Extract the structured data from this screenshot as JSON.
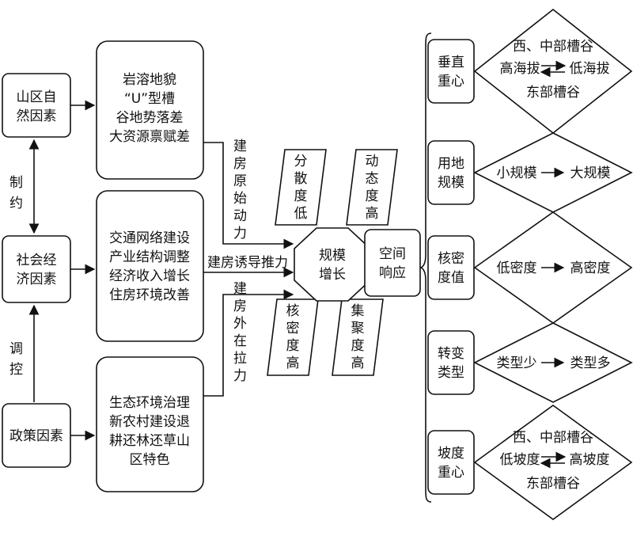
{
  "left_boxes": {
    "natural": [
      "山区自",
      "然因素"
    ],
    "social": [
      "社会经",
      "济因素"
    ],
    "policy": "政策因素"
  },
  "side_labels": {
    "restrict": [
      "制",
      "约"
    ],
    "regulate": [
      "调",
      "控"
    ]
  },
  "mid_boxes": {
    "natural_detail": [
      "岩溶地貌",
      "“U”型槽",
      "谷地势落差",
      "大资源禀赋差"
    ],
    "social_detail": [
      "交通网络建设",
      "产业结构调整",
      "经济收入增长",
      "住房环境改善"
    ],
    "policy_detail": [
      "生态环境治理",
      "新农村建设退",
      "耕还林还草山",
      "区特色"
    ]
  },
  "forces": {
    "original": [
      "建",
      "房",
      "原",
      "始",
      "动",
      "力"
    ],
    "induced": "建房诱导推力",
    "external": [
      "建",
      "房",
      "外",
      "在",
      "拉",
      "力"
    ]
  },
  "parallelograms": {
    "scattered": [
      "分",
      "散",
      "度",
      "低"
    ],
    "dynamic": [
      "动",
      "态",
      "度",
      "高"
    ],
    "kernel": [
      "核",
      "密",
      "度",
      "高"
    ],
    "cluster": [
      "集",
      "聚",
      "度",
      "高"
    ]
  },
  "center": {
    "octagon": [
      "规模",
      "增长"
    ],
    "response": [
      "空间",
      "响应"
    ]
  },
  "right_items": [
    {
      "label": [
        "垂直",
        "重心"
      ],
      "top": "西、中部槽谷",
      "from": "高海拔",
      "to": "低海拔",
      "bottom": "东部槽谷"
    },
    {
      "label": [
        "用地",
        "规模"
      ],
      "from": "小规模",
      "to": "大规模"
    },
    {
      "label": [
        "核密",
        "度值"
      ],
      "from": "低密度",
      "to": "高密度"
    },
    {
      "label": [
        "转变",
        "类型"
      ],
      "from": "类型少",
      "to": "类型多"
    },
    {
      "label": [
        "坡度",
        "重心"
      ],
      "top": "西、中部槽谷",
      "from": "低坡度",
      "to": "高坡度",
      "bottom": "东部槽谷"
    }
  ]
}
